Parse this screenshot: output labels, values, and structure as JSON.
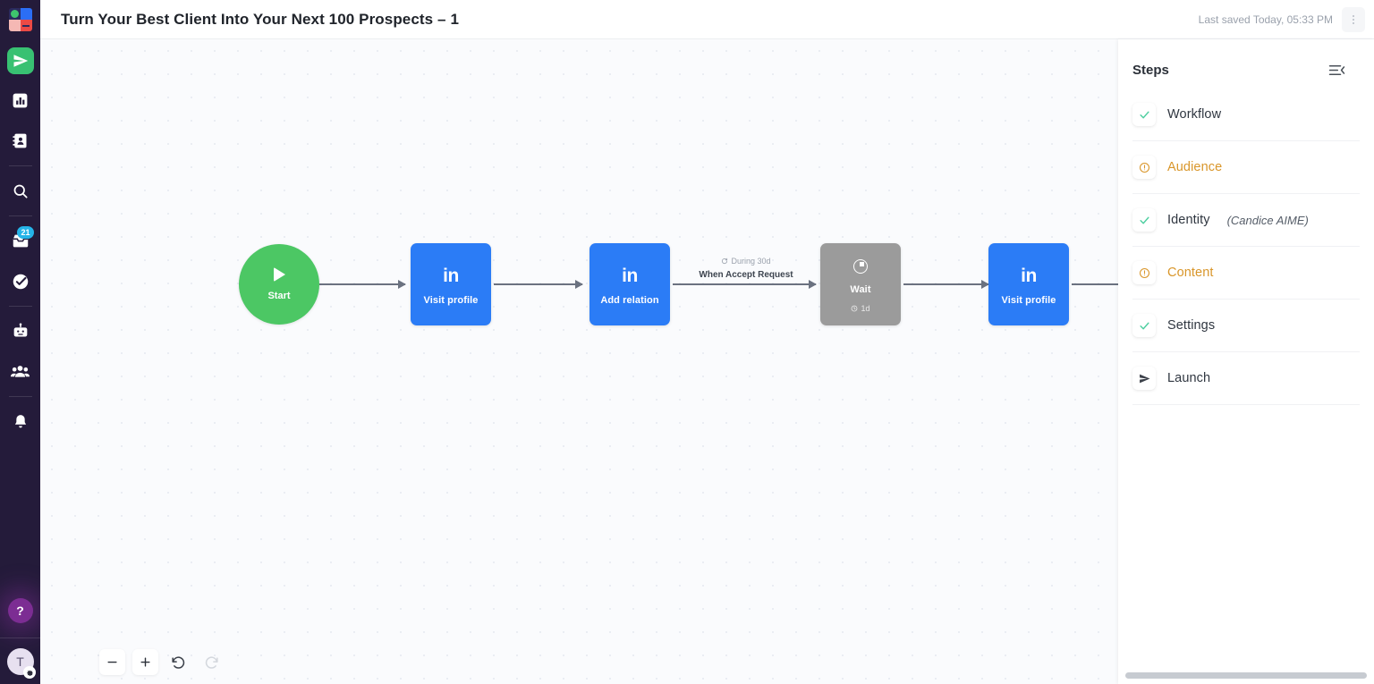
{
  "app": {
    "logo_name": "app-logo"
  },
  "rail": {
    "items": [
      {
        "name": "send-icon",
        "label": "Campaigns",
        "badge": ""
      },
      {
        "name": "chart-icon",
        "label": "Analytics",
        "badge": ""
      },
      {
        "name": "contacts-icon",
        "label": "Contacts",
        "badge": ""
      },
      {
        "name": "search-icon",
        "label": "Search",
        "badge": ""
      },
      {
        "name": "inbox-icon",
        "label": "Inbox",
        "badge": "21"
      },
      {
        "name": "tasks-icon",
        "label": "Tasks",
        "badge": ""
      },
      {
        "name": "robot-icon",
        "label": "Automation",
        "badge": ""
      },
      {
        "name": "team-icon",
        "label": "Team",
        "badge": ""
      },
      {
        "name": "bell-icon",
        "label": "Notifications",
        "badge": ""
      }
    ],
    "help_label": "?",
    "avatar_initial": "T"
  },
  "header": {
    "title": "Turn Your Best Client Into Your Next 100 Prospects – 1",
    "saved_text": "Last saved Today, 05:33 PM",
    "menu_name": "more-options"
  },
  "canvas": {
    "nodes": [
      {
        "id": "start",
        "type": "start",
        "label": "Start",
        "icon": "play-icon",
        "sub": ""
      },
      {
        "id": "n1",
        "type": "linkedin",
        "label": "Visit profile",
        "icon": "linkedin-icon",
        "badge": "in",
        "sub": ""
      },
      {
        "id": "n2",
        "type": "linkedin",
        "label": "Add relation",
        "icon": "linkedin-icon",
        "badge": "in",
        "sub": ""
      },
      {
        "id": "n3",
        "type": "wait",
        "label": "Wait",
        "icon": "clock-icon",
        "sub": "1d"
      },
      {
        "id": "n4",
        "type": "linkedin",
        "label": "Visit profile",
        "icon": "linkedin-icon",
        "badge": "in",
        "sub": ""
      }
    ],
    "edge_label": {
      "condition_icon": "refresh-icon",
      "duration": "During 30d",
      "condition": "When Accept Request"
    },
    "toolbar": {
      "zoom_out": "−",
      "zoom_in": "+",
      "undo_name": "undo-button",
      "redo_name": "redo-button"
    }
  },
  "steps_panel": {
    "title": "Steps",
    "collapse_name": "collapse-panel-icon",
    "items": [
      {
        "label": "Workflow",
        "note": "",
        "status": "done",
        "icon": "check-icon"
      },
      {
        "label": "Audience",
        "note": "",
        "status": "warning",
        "icon": "alert-icon"
      },
      {
        "label": "Identity",
        "note": "(Candice AIME)",
        "status": "done",
        "icon": "check-icon"
      },
      {
        "label": "Content",
        "note": "",
        "status": "warning",
        "icon": "alert-icon"
      },
      {
        "label": "Settings",
        "note": "",
        "status": "done",
        "icon": "check-icon"
      },
      {
        "label": "Launch",
        "note": "",
        "status": "action",
        "icon": "send-icon"
      }
    ]
  },
  "colors": {
    "rail_bg": "#241b3a",
    "accent_green": "#38c172",
    "node_blue": "#2b7cf6",
    "node_grey": "#9b9b9b",
    "start_green": "#4cc764",
    "warning": "#d9962a",
    "check": "#4ecfa0",
    "badge_blue": "#25b4e8"
  }
}
